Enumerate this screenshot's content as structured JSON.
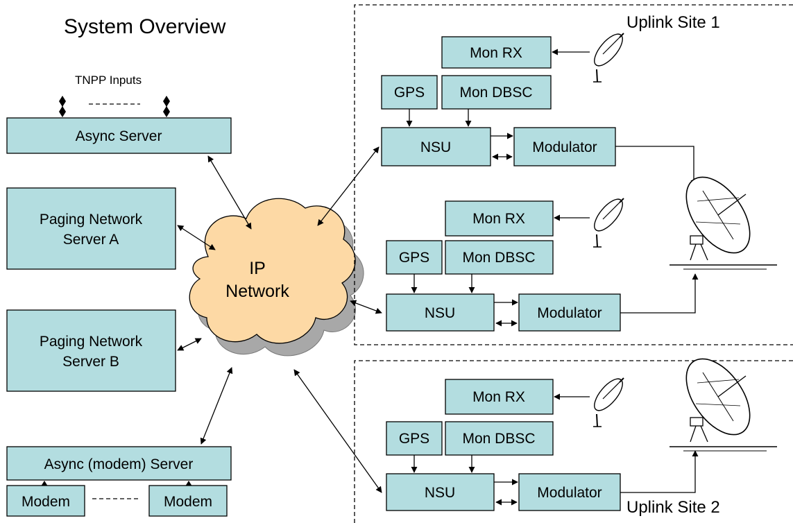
{
  "title": "System Overview",
  "tnpp_label": "TNPP Inputs",
  "left": {
    "async_server": "Async Server",
    "paging_a_line1": "Paging Network",
    "paging_a_line2": "Server A",
    "paging_b_line1": "Paging Network",
    "paging_b_line2": "Server B",
    "modem_server": "Async (modem) Server",
    "modem1": "Modem",
    "modem2": "Modem"
  },
  "cloud": {
    "line1": "IP",
    "line2": "Network"
  },
  "site1": {
    "label": "Uplink Site  1",
    "chain_a": {
      "mon_rx": "Mon RX",
      "gps": "GPS",
      "mon_dbsc": "Mon DBSC",
      "nsu": "NSU",
      "modulator": "Modulator"
    },
    "chain_b": {
      "mon_rx": "Mon RX",
      "gps": "GPS",
      "mon_dbsc": "Mon DBSC",
      "nsu": "NSU",
      "modulator": "Modulator"
    }
  },
  "site2": {
    "label": "Uplink Site 2",
    "chain": {
      "mon_rx": "Mon RX",
      "gps": "GPS",
      "mon_dbsc": "Mon DBSC",
      "nsu": "NSU",
      "modulator": "Modulator"
    }
  },
  "colors": {
    "box_fill": "#b3dde0",
    "cloud_fill": "#fdd9a5",
    "cloud_shadow": "#a8a8a8"
  }
}
